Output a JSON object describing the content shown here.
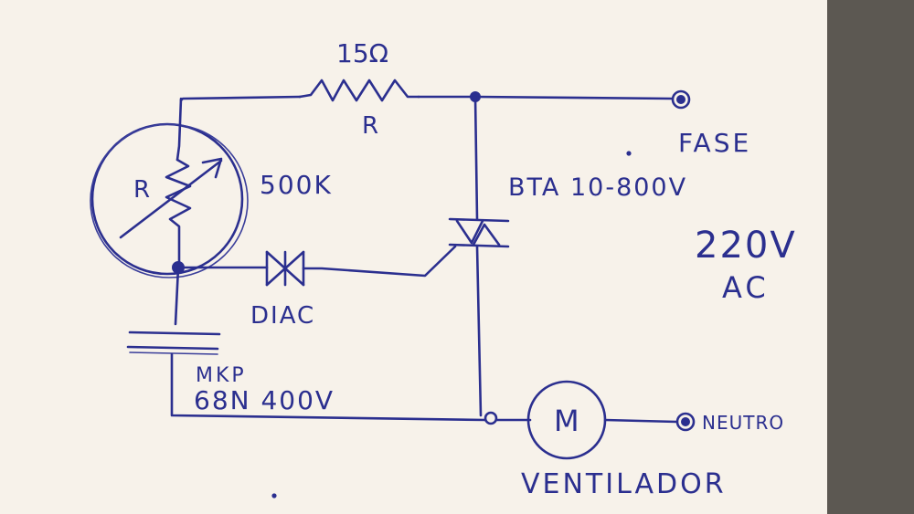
{
  "labels": {
    "resistor_value": "15Ω",
    "resistor_name": "R",
    "pot_name": "R",
    "pot_value": "500K",
    "diac": "DIAC",
    "capacitor_type": "MKP",
    "capacitor_value": "68N 400V",
    "triac": "BTA 10-800V",
    "phase": "FASE",
    "voltage": "220V",
    "voltage_type": "AC",
    "motor": "M",
    "neutral": "NEUTRO",
    "fan": "VENTILADOR"
  },
  "colors": {
    "ink": "#2b2f8f",
    "paper": "#f7f2ea",
    "background": "#5c5852"
  }
}
